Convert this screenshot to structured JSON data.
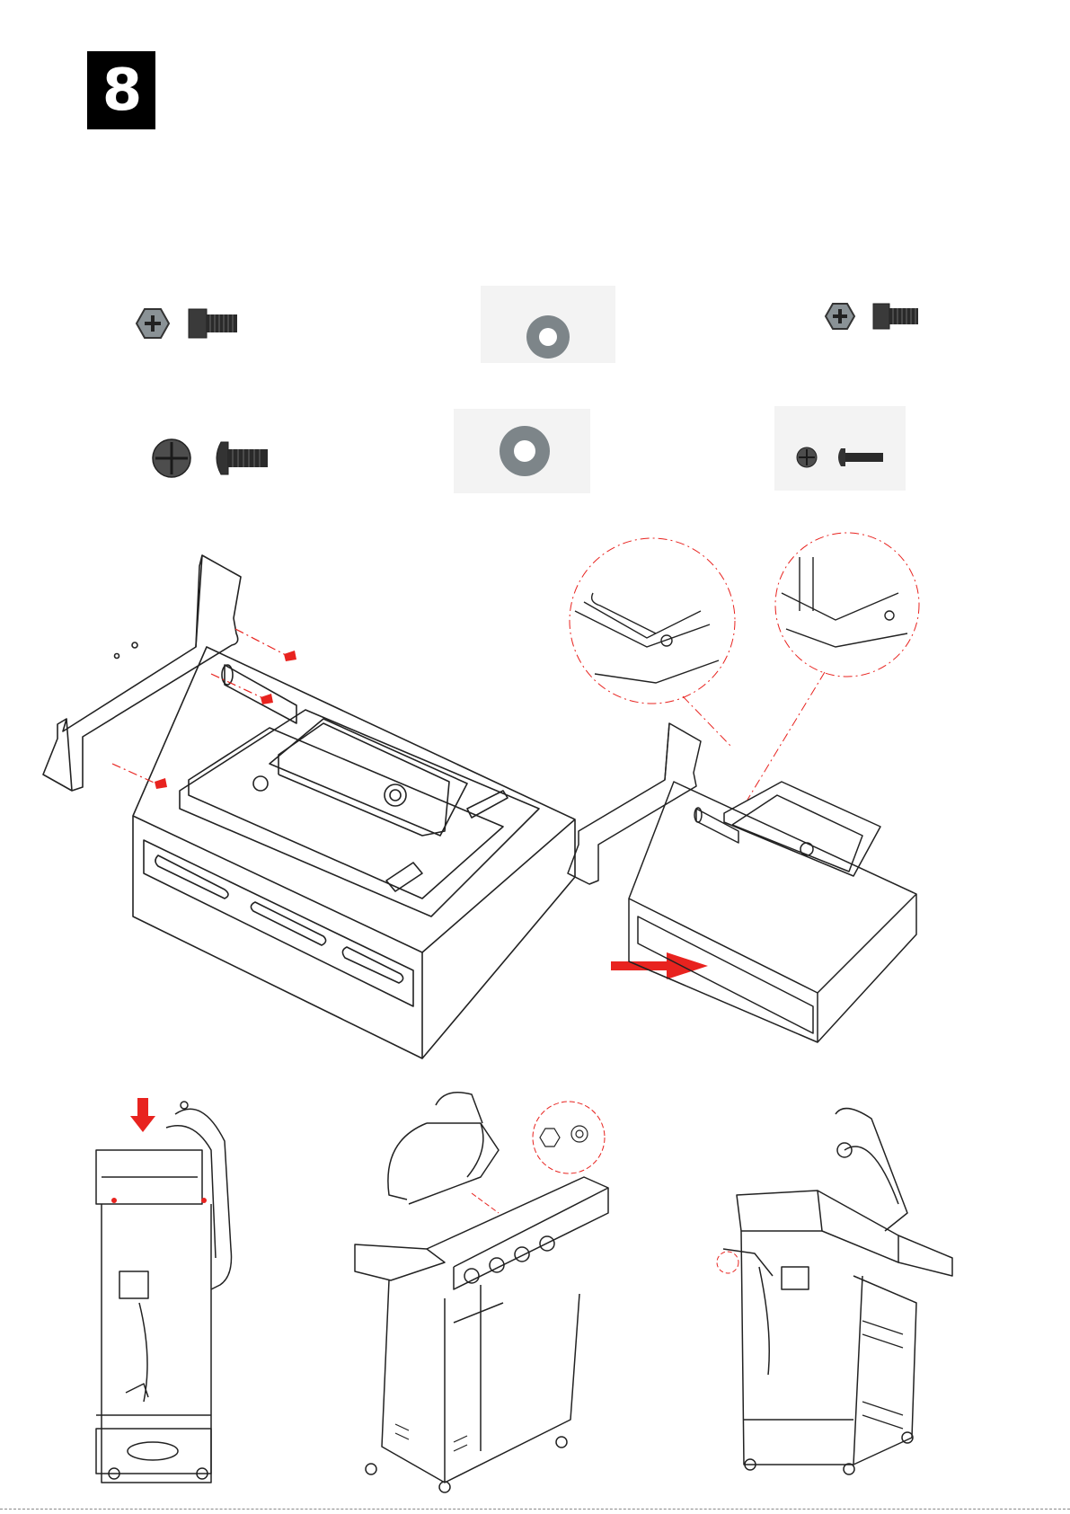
{
  "step": {
    "number": "8"
  },
  "hardware": [
    {
      "id": "hex-bolt-a",
      "icon": "hex-bolt-icon"
    },
    {
      "id": "washer-a",
      "icon": "washer-icon"
    },
    {
      "id": "hex-bolt-b",
      "icon": "hex-bolt-icon"
    },
    {
      "id": "round-bolt-a",
      "icon": "round-head-bolt-icon"
    },
    {
      "id": "washer-b",
      "icon": "washer-icon"
    },
    {
      "id": "round-bolt-b",
      "icon": "round-head-bolt-icon"
    }
  ],
  "colors": {
    "accent_red": "#e8231f",
    "ink": "#222222",
    "hardware_grey": "#7d8589",
    "bolt_dark": "#3a3a3a"
  }
}
